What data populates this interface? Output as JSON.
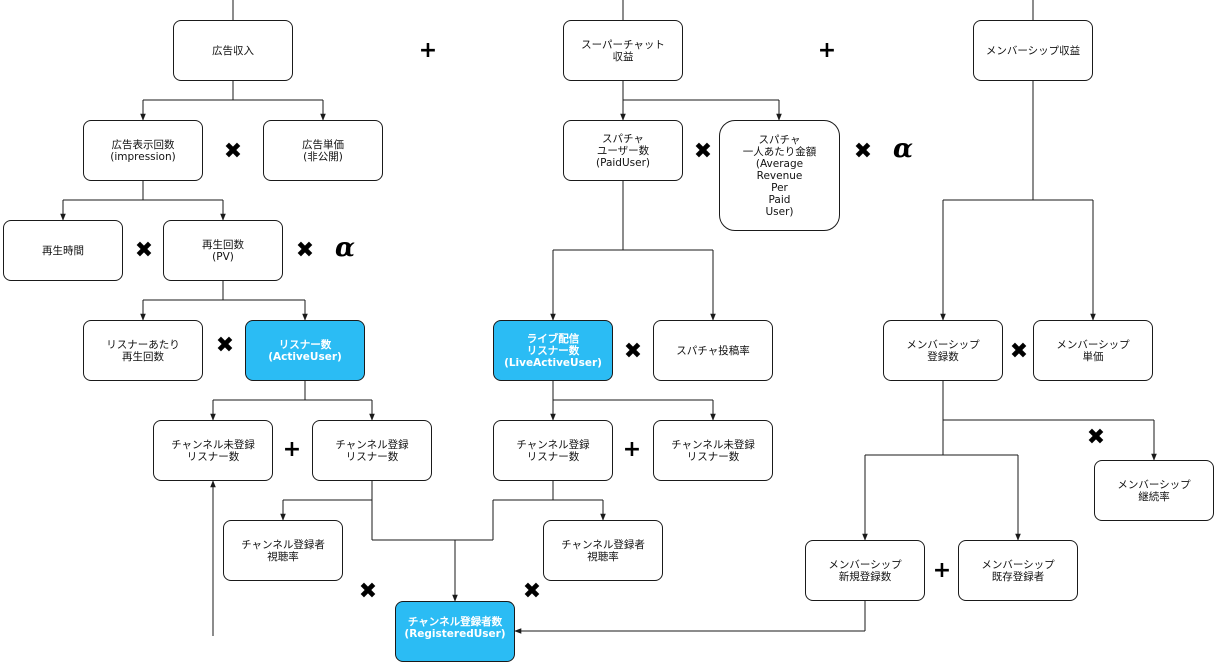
{
  "colors": {
    "highlight": "#2bbcf4",
    "line": "#1a1a1a"
  },
  "operators": {
    "plus": "+",
    "times": "✖",
    "alpha": "α"
  },
  "nodes": {
    "ad_revenue": "広告収入",
    "superchat_revenue": "スーパーチャット\n収益",
    "membership_revenue": "メンバーシップ収益",
    "ad_impressions": "広告表示回数\n(impression)",
    "ad_unit_price": "広告単価\n(非公開)",
    "superchat_users": "スパチャ\nユーザー数\n(PaidUser)",
    "superchat_arppu": "スパチャ\n一人あたり金額\n(Average\nRevenue\nPer\nPaid\nUser)",
    "play_time": "再生時間",
    "play_count": "再生回数\n(PV)",
    "plays_per_listener": "リスナーあたり\n再生回数",
    "active_users": "リスナー数\n(ActiveUser)",
    "live_listeners": "ライブ配信\nリスナー数\n(LiveActiveUser)",
    "superchat_post_rate": "スパチャ投稿率",
    "membership_registrations": "メンバーシップ\n登録数",
    "membership_unit_price": "メンバーシップ\n単価",
    "unregistered_listeners_left": "チャンネル未登録\nリスナー数",
    "registered_listeners_left": "チャンネル登録\nリスナー数",
    "registered_listeners_right": "チャンネル登録\nリスナー数",
    "unregistered_listeners_right": "チャンネル未登録\nリスナー数",
    "membership_retention": "メンバーシップ\n継続率",
    "subscriber_view_rate_left": "チャンネル登録者\n視聴率",
    "subscriber_view_rate_right": "チャンネル登録者\n視聴率",
    "membership_new": "メンバーシップ\n新規登録数",
    "membership_existing": "メンバーシップ\n既存登録者",
    "registered_users": "チャンネル登録者数\n(RegisteredUser)"
  }
}
